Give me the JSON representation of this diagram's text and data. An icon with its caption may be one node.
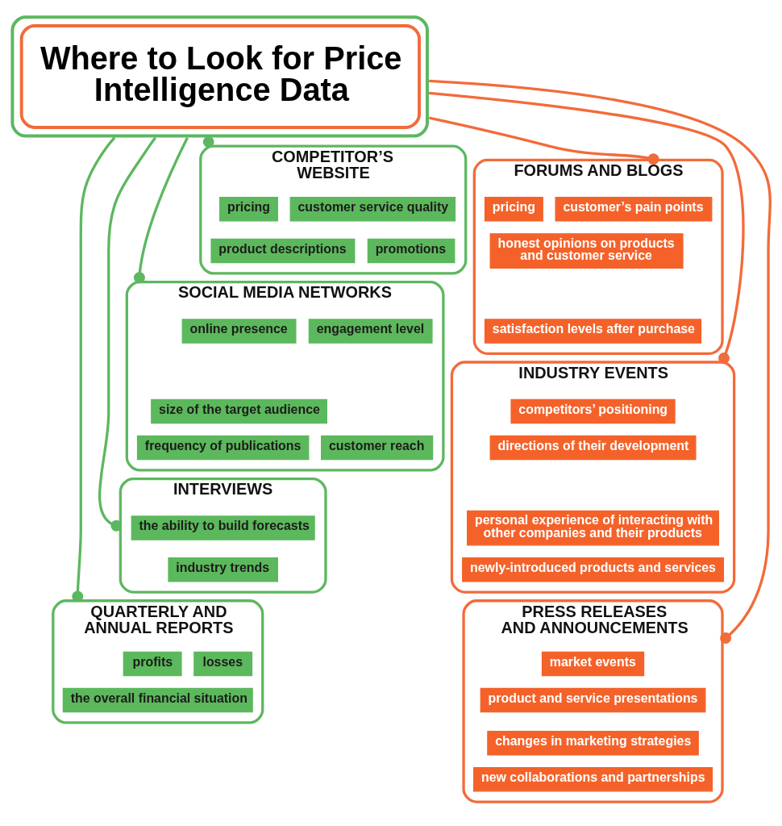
{
  "diagram": {
    "nodes": [
      {
        "text": [
          "Where to Look for Price Intelligence Data"
        ]
      },
      {
        "text": [
          "COMPETITOR’S WEBSITE"
        ]
      },
      {
        "text": [
          "pricing"
        ],
        "in": 1
      },
      {
        "text": [
          "customer service quality"
        ],
        "in": 1
      },
      {
        "text": [
          "product descriptions"
        ],
        "in": 1
      },
      {
        "text": [
          "promotions"
        ],
        "in": 1
      },
      {
        "text": [
          "SOCIAL MEDIA NETWORKS"
        ]
      },
      {
        "text": [
          "online presence"
        ],
        "in": 6
      },
      {
        "text": [
          "engagement level"
        ],
        "in": 6
      },
      {
        "text": [
          "size of the target audience"
        ],
        "in": 6
      },
      {
        "text": [
          "frequency of publications"
        ],
        "in": 6
      },
      {
        "text": [
          "customer reach"
        ],
        "in": 6
      },
      {
        "text": [
          "INTERVIEWS"
        ]
      },
      {
        "text": [
          "the ability to build forecasts"
        ],
        "in": 12
      },
      {
        "text": [
          "industry trends"
        ],
        "in": 12
      },
      {
        "text": [
          "QUARTERLY AND ANNUAL REPORTS"
        ]
      },
      {
        "text": [
          "profits"
        ],
        "in": 15
      },
      {
        "text": [
          "losses"
        ],
        "in": 15
      },
      {
        "text": [
          "the overall financial situation"
        ],
        "in": 15
      },
      {
        "text": [
          "FORUMS AND BLOGS"
        ]
      },
      {
        "text": [
          "pricing"
        ],
        "in": 19
      },
      {
        "text": [
          "customer’s pain points"
        ],
        "in": 19
      },
      {
        "text": [
          "honest opinions on products and customer service"
        ],
        "in": 19
      },
      {
        "text": [
          "satisfaction levels after purchase"
        ],
        "in": 19
      },
      {
        "text": [
          "INDUSTRY EVENTS"
        ]
      },
      {
        "text": [
          "competitors’ positioning"
        ],
        "in": 24
      },
      {
        "text": [
          "directions of their development"
        ],
        "in": 24
      },
      {
        "text": [
          "personal experience of interacting with other companies and their products"
        ],
        "in": 24
      },
      {
        "text": [
          "newly-introduced products and services"
        ],
        "in": 24
      },
      {
        "text": [
          "PRESS RELEASES AND ANNOUNCEMENTS"
        ]
      },
      {
        "text": [
          "market events"
        ],
        "in": 29
      },
      {
        "text": [
          "product and service presentations"
        ],
        "in": 29
      },
      {
        "text": [
          "changes in marketing strategies"
        ],
        "in": 29
      },
      {
        "text": [
          "new collaborations and partnerships"
        ],
        "in": 29
      }
    ],
    "edges": [
      {
        "from": 0,
        "to": 1,
        "arrow": "other"
      },
      {
        "from": 0,
        "to": 6,
        "arrow": "other"
      },
      {
        "from": 0,
        "to": 12,
        "arrow": "other"
      },
      {
        "from": 0,
        "to": 15,
        "arrow": "other"
      },
      {
        "from": 0,
        "to": 29,
        "arrow": "other",
        "color": "#f26b3a"
      },
      {
        "from": 0,
        "to": 24,
        "arrow": "other",
        "color": "#f26b3a"
      },
      {
        "from": 0,
        "to": 19,
        "arrow": "other",
        "color": "#f26b3a"
      }
    ]
  }
}
